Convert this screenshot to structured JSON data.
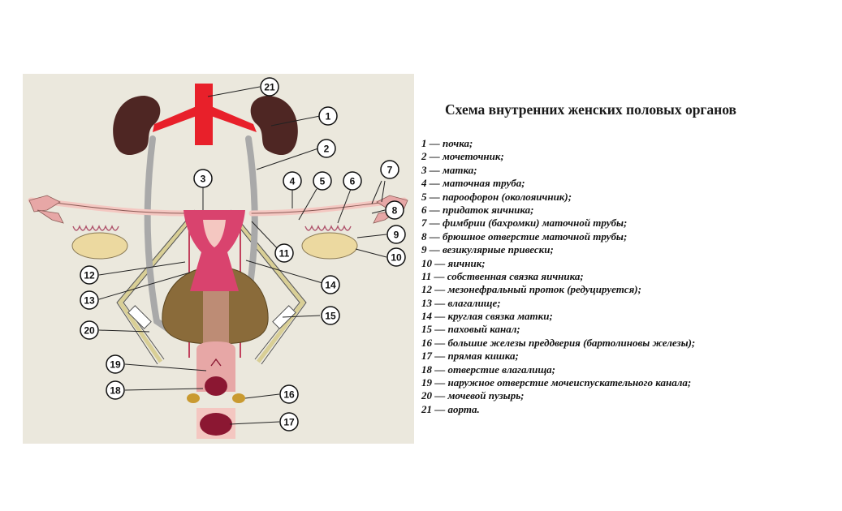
{
  "title": "Схема внутренних женских половых органов",
  "colors": {
    "background_panel": "#ebe8dd",
    "kidney": "#4e2623",
    "aorta": "#e8202a",
    "ureter": "#a9a9a9",
    "uterus": "#d9436e",
    "tube": "#f4c7c1",
    "ovary": "#ecd9a0",
    "bladder": "#8a6b3a"
  },
  "callouts": [
    "1",
    "2",
    "3",
    "4",
    "5",
    "6",
    "7",
    "8",
    "9",
    "10",
    "11",
    "12",
    "13",
    "14",
    "15",
    "16",
    "17",
    "18",
    "19",
    "20",
    "21"
  ],
  "legend": [
    "1 — почка;",
    "2 — мочеточник;",
    "3 — матка;",
    "4 — маточная труба;",
    "5 — пароофорон (околояичник);",
    "6 — придаток яичника;",
    "7 — фимбрии (бахромки) маточной трубы;",
    "8 — брюшное отверстие маточной трубы;",
    "9 — везикулярные привески;",
    "10 — яичник;",
    "11 — собственная связка яичника;",
    "12 — мезонефральный проток (редуцируется);",
    "13 — влагалище;",
    "14 — круглая связка матки;",
    "15 — паховый канал;",
    "16 — большие железы преддверия (бартолиновы железы);",
    "17 — прямая кишка;",
    "18 — отверстие влагалища;",
    "19 — наружное отверстие мочеиспускательного канала;",
    "20 — мочевой пузырь;",
    "21 — аорта."
  ]
}
